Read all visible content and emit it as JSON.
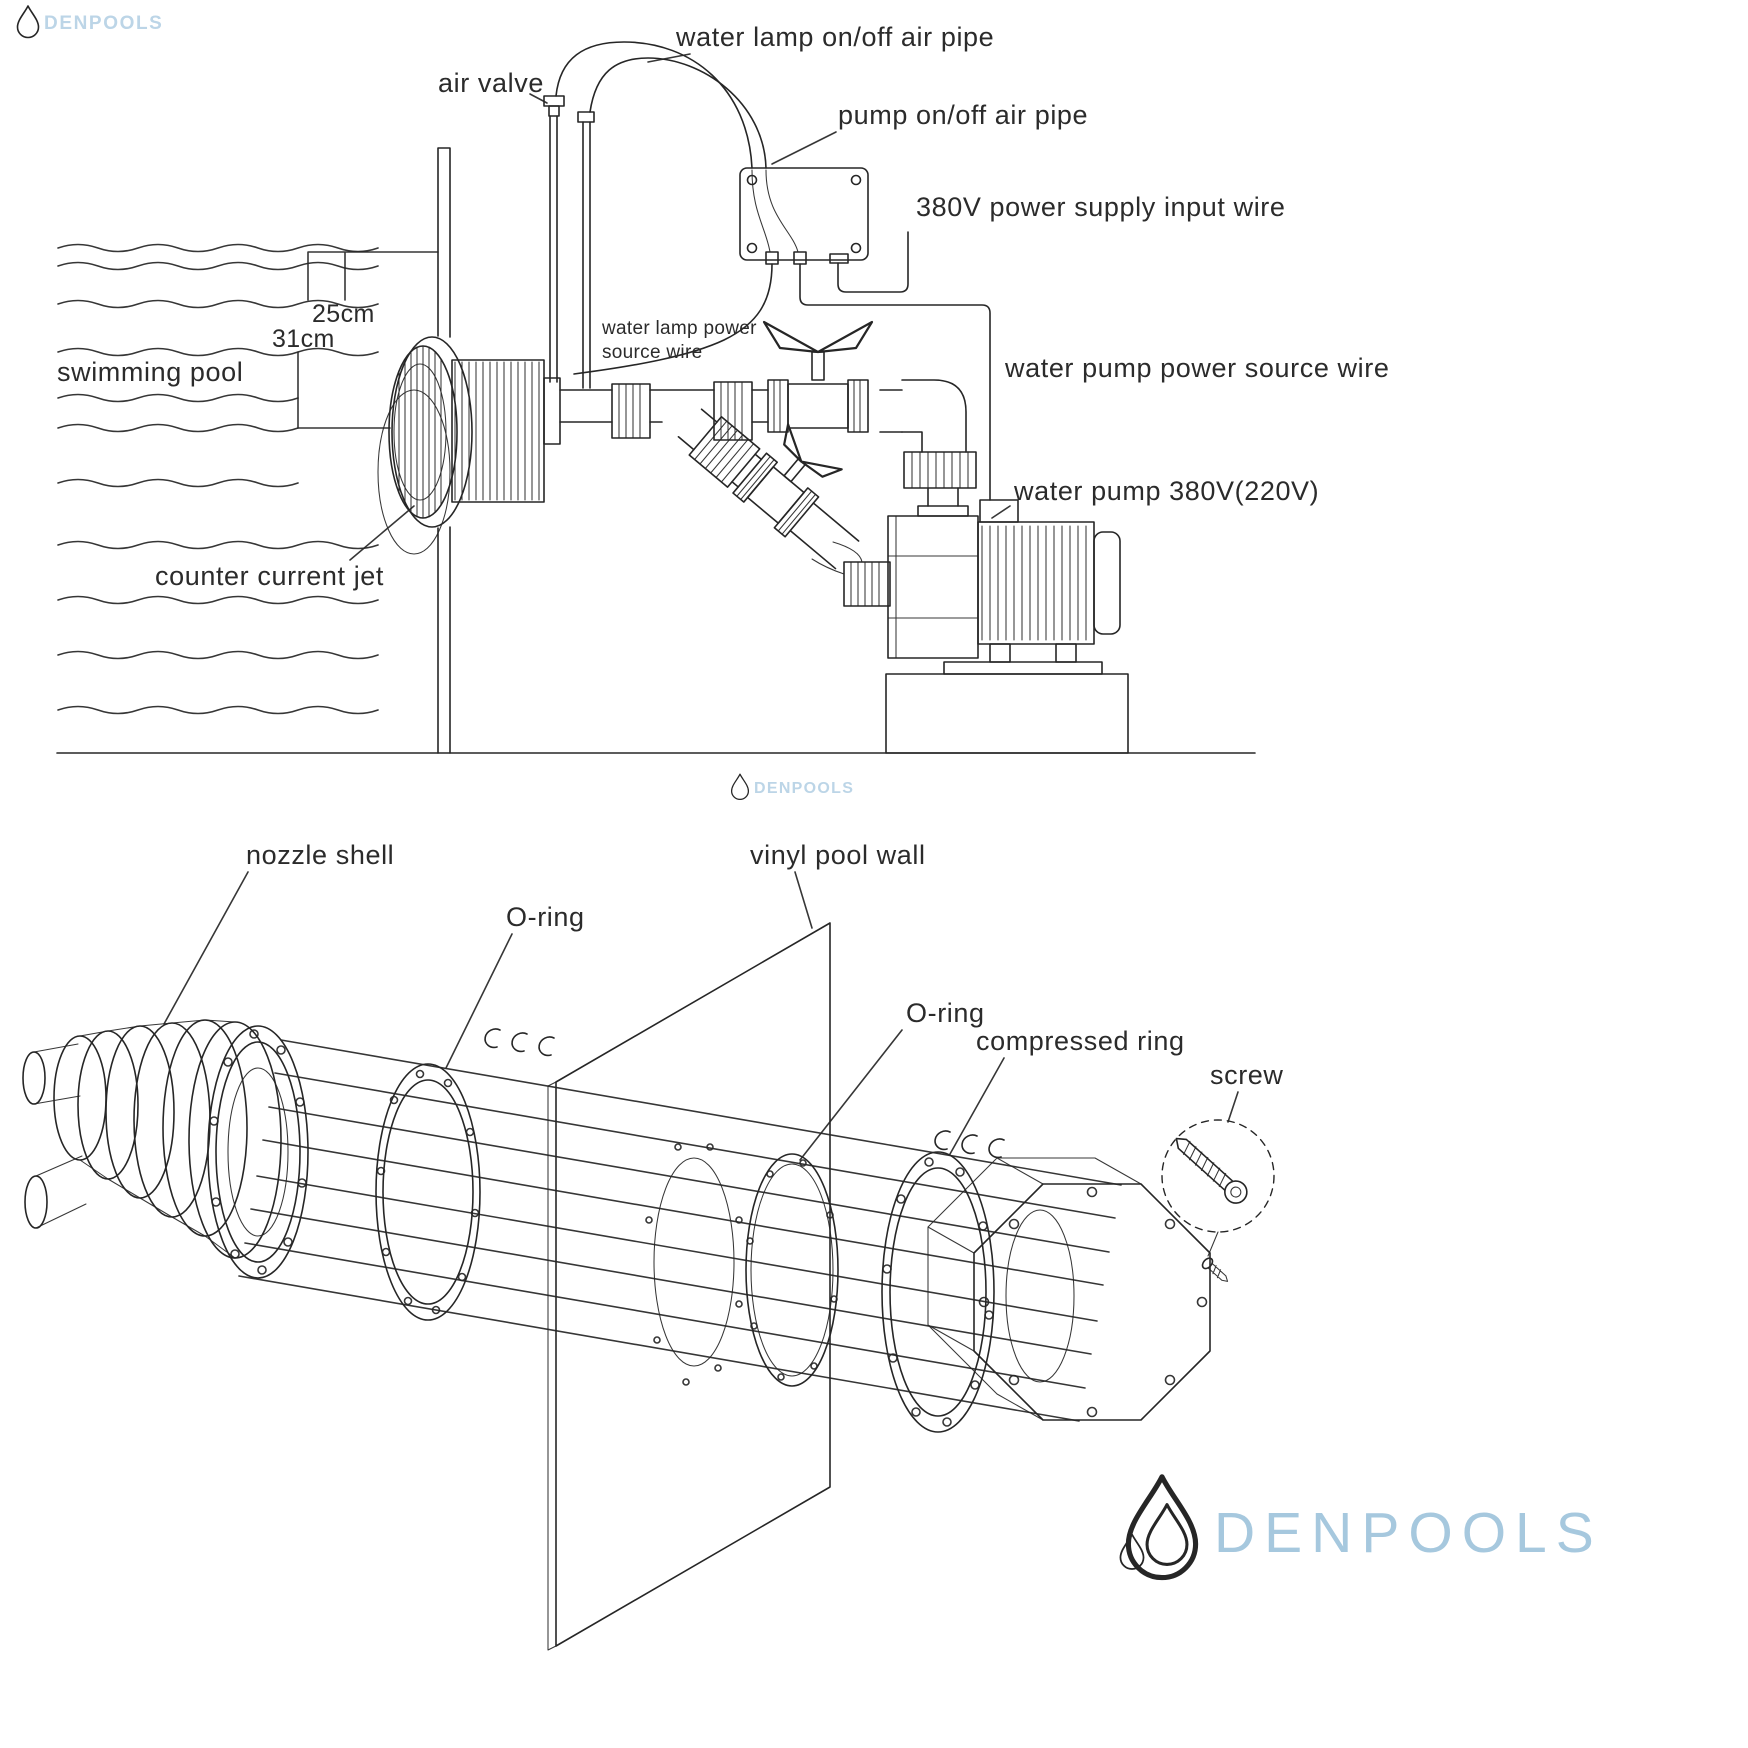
{
  "watermark": {
    "brand": "DENPOOLS"
  },
  "colors": {
    "line": "#262626",
    "watermark": "#bcd5e7",
    "logo": "#a6c8de"
  },
  "installation": {
    "labels": {
      "water_lamp_air_pipe": "water lamp on/off air pipe",
      "air_valve": "air valve",
      "pump_air_pipe": "pump on/off air pipe",
      "power_input": "380V power supply input wire",
      "lamp_power_1": "water lamp power",
      "lamp_power_2": "source wire",
      "pump_power": "water pump power source wire",
      "pump": "water pump 380V(220V)",
      "pool": "swimming pool",
      "jet": "counter current jet",
      "dim25": "25cm",
      "dim31": "31cm"
    }
  },
  "exploded": {
    "labels": {
      "nozzle_shell": "nozzle shell",
      "o_ring_front": "O-ring",
      "wall": "vinyl pool wall",
      "o_ring_rear": "O-ring",
      "compressed_ring": "compressed ring",
      "screw": "screw"
    }
  }
}
